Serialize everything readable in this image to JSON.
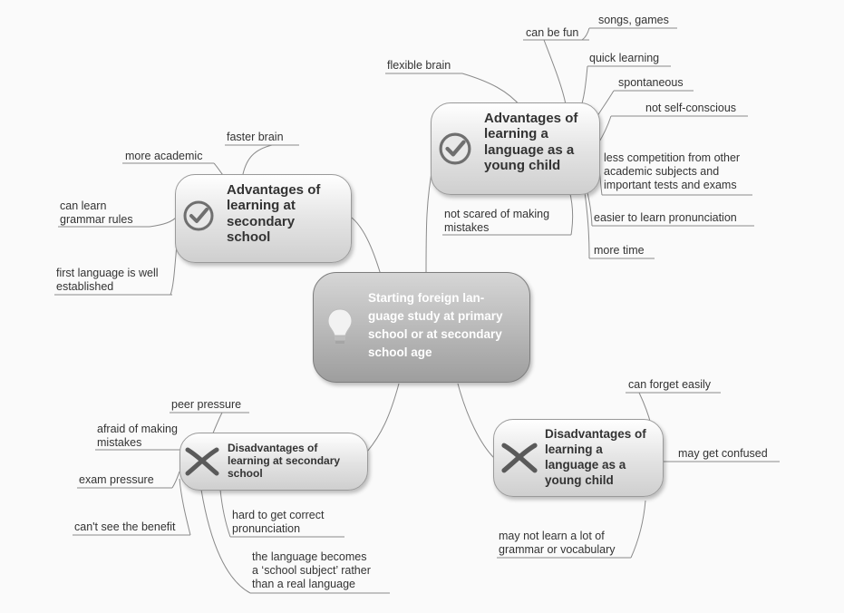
{
  "central": {
    "title": "Starting foreign lan-\nguage study at primary\nschool or at secondary\nschool age",
    "icon": "lightbulb-icon"
  },
  "branches": {
    "adv_secondary": {
      "title": "Advantages of\nlearning at\nsecondary\nschool",
      "icon": "checkmark-icon",
      "leaves": [
        "faster brain",
        "more academic",
        "can learn\ngrammar rules",
        "first language is well\nestablished"
      ]
    },
    "adv_young": {
      "title": "Advantages of\nlearning a\nlanguage as a\nyoung child",
      "icon": "checkmark-icon",
      "leaves": [
        "songs, games",
        "can be fun",
        "flexible brain",
        "quick learning",
        "spontaneous",
        "not self-conscious",
        "less competition from other\nacademic subjects and\nimportant tests and exams",
        "not scared of making\nmistakes",
        "easier to learn pronunciation",
        "more time"
      ]
    },
    "dis_secondary": {
      "title": "Disadvantages of\nlearning at secondary\nschool",
      "icon": "cross-icon",
      "leaves": [
        "peer pressure",
        "afraid of making\nmistakes",
        "exam pressure",
        "can't see the benefit",
        "hard to get correct\npronunciation",
        "the language becomes\na ‘school subject’ rather\nthan a real language"
      ]
    },
    "dis_young": {
      "title": "Disadvantages of\nlearning a\nlanguage as a\nyoung child",
      "icon": "cross-icon",
      "leaves": [
        "can forget easily",
        "may get confused",
        "may not learn a lot of\ngrammar or vocabulary"
      ]
    }
  },
  "colors": {
    "line": "#8a8a8a",
    "check_ring": "#6f6f6f",
    "cross": "#5a5a5a",
    "bulb": "#f2f2f2"
  }
}
